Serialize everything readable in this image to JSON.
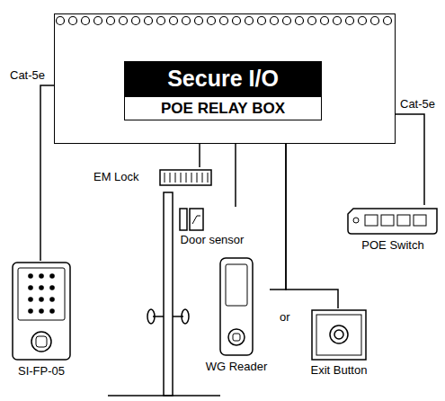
{
  "diagram": {
    "nodes": [
      {
        "text": [
          "Secure I/O",
          "POE RELAY BOX"
        ]
      },
      {
        "text": [
          "SI-FP-05"
        ]
      },
      {
        "text": [
          "EM Lock"
        ]
      },
      {
        "text": [
          "Door sensor"
        ]
      },
      {
        "text": [
          "WG Reader"
        ]
      },
      {
        "text": [
          "Exit Button"
        ]
      },
      {
        "text": [
          "POE Switch"
        ]
      }
    ],
    "edges": [
      {
        "from": 0,
        "to": 1,
        "label": "Cat-5e",
        "arrow": "none"
      },
      {
        "from": 0,
        "to": 6,
        "label": "Cat-5e",
        "arrow": "none"
      },
      {
        "from": 0,
        "to": 2,
        "arrow": "none"
      },
      {
        "from": 0,
        "to": 3,
        "arrow": "none"
      },
      {
        "from": 0,
        "to": 4,
        "arrow": "none"
      },
      {
        "from": 0,
        "to": 5,
        "arrow": "none"
      }
    ],
    "labels": [
      "or"
    ]
  }
}
